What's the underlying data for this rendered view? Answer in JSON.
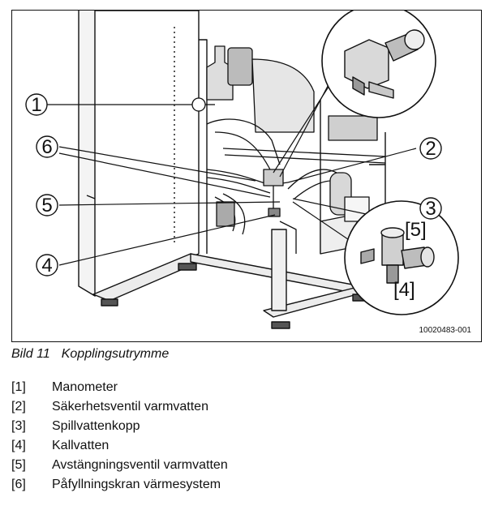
{
  "figure": {
    "doc_id": "10020483-001",
    "callouts": [
      "1",
      "2",
      "3",
      "4",
      "5",
      "6"
    ],
    "inset_labels": [
      "[5]",
      "[4]"
    ]
  },
  "caption": {
    "number": "Bild 11",
    "title": "Kopplingsutrymme"
  },
  "legend": [
    {
      "num": "[1]",
      "text": "Manometer"
    },
    {
      "num": "[2]",
      "text": "Säkerhetsventil varmvatten"
    },
    {
      "num": "[3]",
      "text": "Spillvattenkopp"
    },
    {
      "num": "[4]",
      "text": "Kallvatten"
    },
    {
      "num": "[5]",
      "text": "Avstängningsventil varmvatten"
    },
    {
      "num": "[6]",
      "text": "Påfyllningskran värmesystem"
    }
  ]
}
